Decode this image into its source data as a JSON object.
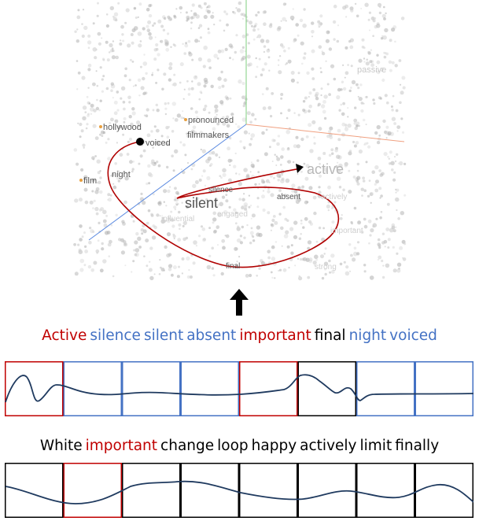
{
  "scatter_labels": {
    "passive": "passive",
    "hollywood": "hollywood",
    "pronounced": "pronounced",
    "filmmakers": "filmmakers",
    "voiced": "voiced",
    "night": "night",
    "film": "film",
    "active": "active",
    "silence": "silence",
    "absent": "absent",
    "actively": "actively",
    "silent": "silent",
    "engaged": "engaged",
    "influential": "influential",
    "important": "important",
    "final": "final",
    "strong": "strong"
  },
  "caption_top": [
    {
      "text": "Active",
      "color": "red"
    },
    {
      "text": "silence",
      "color": "blue"
    },
    {
      "text": "silent",
      "color": "blue"
    },
    {
      "text": "absent",
      "color": "blue"
    },
    {
      "text": "important",
      "color": "red"
    },
    {
      "text": "final",
      "color": "black"
    },
    {
      "text": "night",
      "color": "blue"
    },
    {
      "text": "voiced",
      "color": "blue"
    }
  ],
  "caption_bottom": [
    {
      "text": "White",
      "color": "black"
    },
    {
      "text": "important",
      "color": "red"
    },
    {
      "text": "change",
      "color": "black"
    },
    {
      "text": "loop",
      "color": "black"
    },
    {
      "text": "happy",
      "color": "black"
    },
    {
      "text": "actively",
      "color": "black"
    },
    {
      "text": "limit",
      "color": "black"
    },
    {
      "text": "finally",
      "color": "black"
    }
  ],
  "colors": {
    "red": "#c00000",
    "blue": "#4472c4",
    "black": "#000000",
    "curve": "#1f3a5f",
    "trajectory": "#b00000"
  },
  "icons": {
    "arrow": "up-arrow-icon"
  }
}
